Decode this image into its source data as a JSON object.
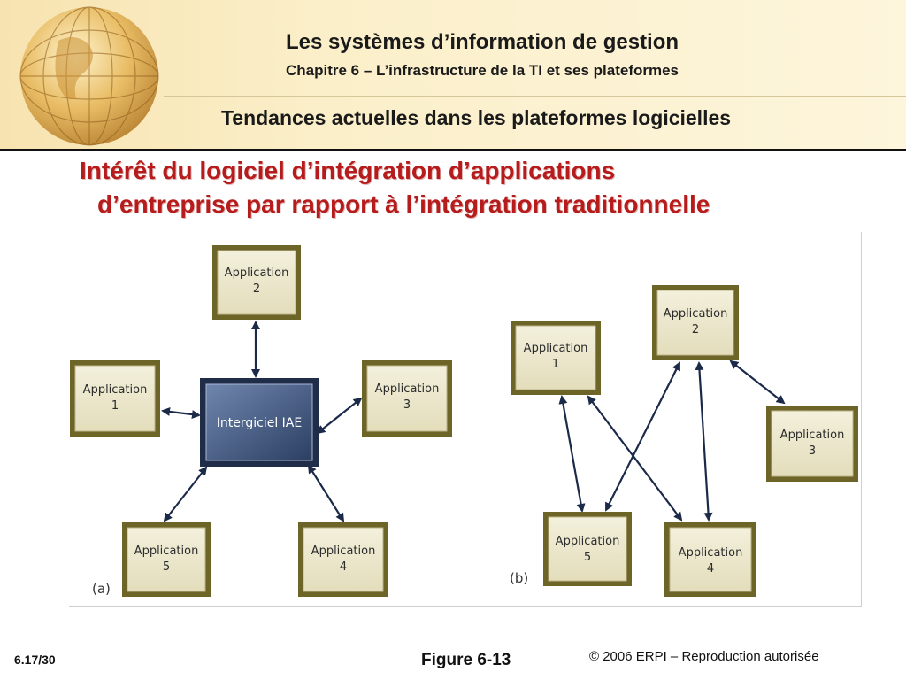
{
  "header": {
    "course_title": "Les systèmes d’information de gestion",
    "chapter": "Chapitre 6 – L’infrastructure de la TI et ses plateformes",
    "section": "Tendances actuelles dans les plateformes logicielles"
  },
  "slide": {
    "title_line1": "Intérêt du logiciel d’intégration d’applications",
    "title_line2": "d’entreprise par rapport à l’intégration traditionnelle"
  },
  "diagram_a": {
    "panel_label": "(a)",
    "hub_label": "Intergiciel IAE",
    "app_word": "Application",
    "apps": [
      "2",
      "1",
      "3",
      "5",
      "4"
    ]
  },
  "diagram_b": {
    "panel_label": "(b)",
    "app_word": "Application",
    "apps": [
      "1",
      "2",
      "3",
      "5",
      "4"
    ]
  },
  "footer": {
    "page": "6.17/30",
    "figure": "Figure 6-13",
    "copyright": "© 2006 ERPI – Reproduction autorisée"
  }
}
